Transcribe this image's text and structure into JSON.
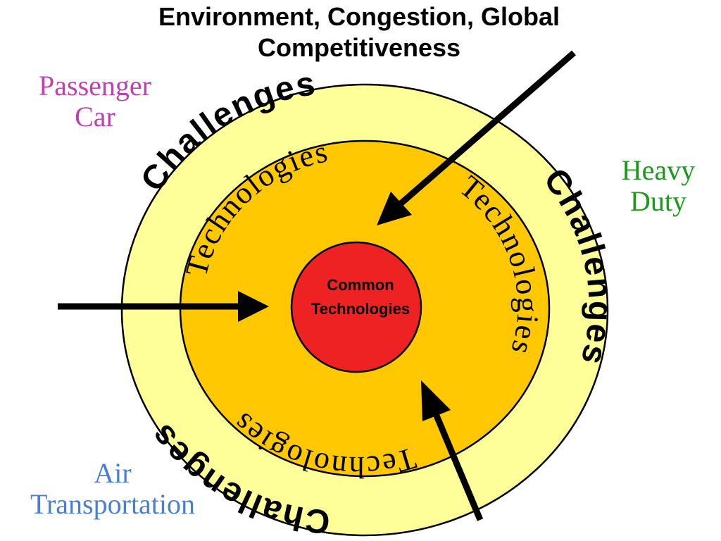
{
  "title": {
    "line1": "Environment, Congestion, Global",
    "line2": "Competitiveness"
  },
  "labels": {
    "passenger": {
      "line1": "Passenger",
      "line2": "Car",
      "color": "#c040b0"
    },
    "heavy": {
      "line1": "Heavy",
      "line2": "Duty",
      "color": "#1a9a1a"
    },
    "air": {
      "line1": "Air",
      "line2": "Transportation",
      "color": "#4a7fd0"
    }
  },
  "rings": {
    "outer": {
      "text": "Challenges",
      "color": "#ffff99"
    },
    "middle": {
      "text": "Technologies",
      "color": "#ffc800"
    },
    "core": {
      "line1": "Common",
      "line2": "Technologies",
      "color": "#ee2222"
    }
  }
}
